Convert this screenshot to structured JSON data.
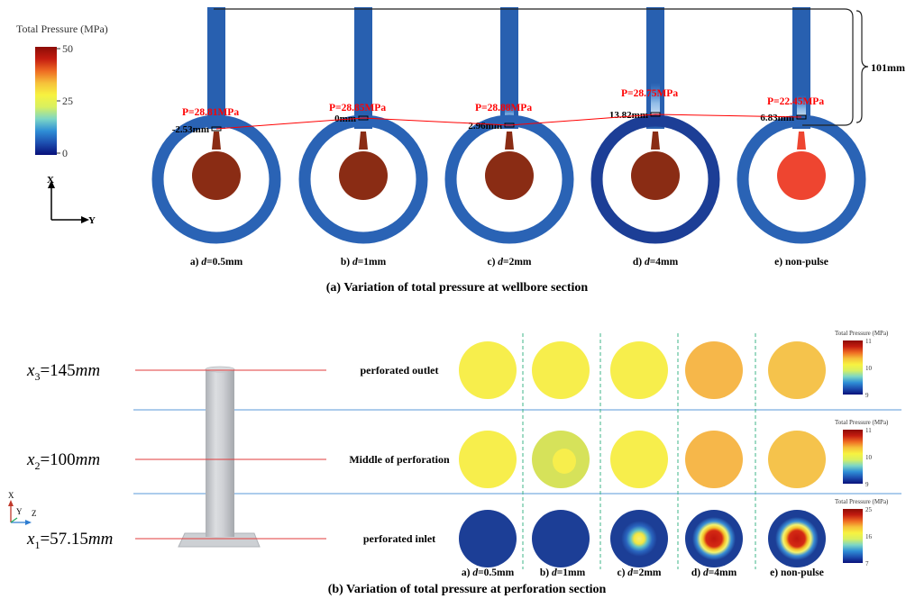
{
  "colors": {
    "pipe": "#2860b0",
    "ring_light": "#2a63b5",
    "ring_dark": "#1c3e96",
    "brown": "#8a2c14",
    "orange_red": "#ee4530",
    "yellow": "#f7ee4c",
    "yellow_green": "#d6e25a",
    "orange": "#f6b74a",
    "orange2": "#f5c34c",
    "annotation_red": "#ff0000",
    "blue_line": "#5a9ad8",
    "green_dash": "#3fb58a"
  },
  "cmap": [
    "#08107a",
    "#1d4fb0",
    "#2f8fd6",
    "#7cd6c6",
    "#d8f060",
    "#f7f240",
    "#f6c03a",
    "#ee6a22",
    "#c41c10",
    "#8c0c06"
  ],
  "panel_a": {
    "legend_title": "Total Pressure (MPa)",
    "legend_ticks": [
      "50",
      "25",
      "0"
    ],
    "axis_x": "X",
    "axis_y": "Y",
    "height_label": "101mm",
    "caption": "(a) Variation of total pressure at wellbore section",
    "cases": [
      {
        "prefix": "a) ",
        "var": "d",
        "suffix": "=0.5mm",
        "pressure": "P=28.81MPa",
        "offset": "-2.53mm",
        "wellbore": "brown",
        "ring": "ring_light",
        "glow": 0.0
      },
      {
        "prefix": "b) ",
        "var": "d",
        "suffix": "=1mm",
        "pressure": "P=28.85MPa",
        "offset": "0mm",
        "wellbore": "brown",
        "ring": "ring_light",
        "glow": 0.0
      },
      {
        "prefix": "c) ",
        "var": "d",
        "suffix": "=2mm",
        "pressure": "P=28.88MPa",
        "offset": "2.96mm",
        "wellbore": "brown",
        "ring": "ring_light",
        "glow": 0.4
      },
      {
        "prefix": "d) ",
        "var": "d",
        "suffix": "=4mm",
        "pressure": "P=28.75MPa",
        "offset": "13.82mm",
        "wellbore": "brown",
        "ring": "ring_dark",
        "glow": 1.0
      },
      {
        "prefix": "e) ",
        "var": "",
        "suffix": "non-pulse",
        "pressure": "P=22.45MPa",
        "offset": "6.83mm",
        "wellbore": "orange_red",
        "ring": "ring_light",
        "glow": 0.7
      }
    ]
  },
  "panel_b": {
    "caption": "(b) Variation of total pressure at perforation section",
    "axis_x": "X",
    "axis_y": "Y",
    "axis_z": "Z",
    "case_labels": [
      {
        "prefix": "a) ",
        "var": "d",
        "suffix": "=0.5mm"
      },
      {
        "prefix": "b) ",
        "var": "d",
        "suffix": "=1mm"
      },
      {
        "prefix": "c) ",
        "var": "d",
        "suffix": "=2mm"
      },
      {
        "prefix": "d) ",
        "var": "d",
        "suffix": "=4mm"
      },
      {
        "prefix": "e) ",
        "var": "",
        "suffix": "non-pulse"
      }
    ],
    "rows": [
      {
        "sym": "x",
        "sub": "3",
        "value": "=145",
        "unit": "mm",
        "label": "perforated outlet",
        "legend_title": "Total Pressure (MPa)",
        "legend_ticks": [
          "11",
          "10",
          "9"
        ],
        "cells": [
          {
            "fill": "yellow"
          },
          {
            "fill": "yellow"
          },
          {
            "fill": "yellow"
          },
          {
            "fill": "orange"
          },
          {
            "fill": "orange2"
          }
        ]
      },
      {
        "sym": "x",
        "sub": "2",
        "value": "=100",
        "unit": "mm",
        "label": "Middle of perforation",
        "legend_title": "Total Pressure (MPa)",
        "legend_ticks": [
          "11",
          "10",
          "9"
        ],
        "cells": [
          {
            "fill": "yellow"
          },
          {
            "fill": "yellow_green",
            "spot": "yellow"
          },
          {
            "fill": "yellow"
          },
          {
            "fill": "orange"
          },
          {
            "fill": "orange2"
          }
        ]
      },
      {
        "sym": "x",
        "sub": "1",
        "value": "=57.15",
        "unit": "mm",
        "label": "perforated inlet",
        "legend_title": "Total Pressure (MPa)",
        "legend_ticks": [
          "25",
          "16",
          "7"
        ],
        "cells": [
          {
            "fill": "ring_dark"
          },
          {
            "fill": "ring_dark"
          },
          {
            "fill": "ring_dark",
            "hot": "small"
          },
          {
            "fill": "ring_dark",
            "hot": "big"
          },
          {
            "fill": "ring_dark",
            "hot": "big"
          }
        ]
      }
    ]
  }
}
